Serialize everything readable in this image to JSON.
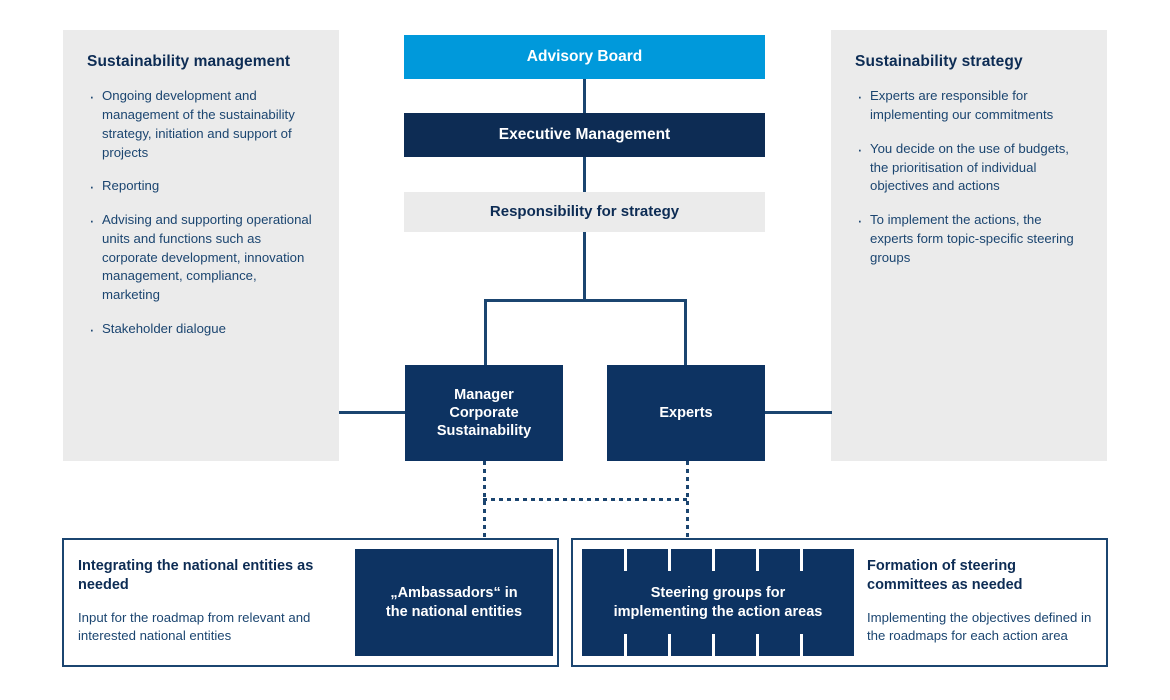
{
  "left_panel": {
    "title": "Sustainability management",
    "bullets": [
      "Ongoing development and management of the sustainability strategy, initiation and support of projects",
      "Reporting",
      "Advising and supporting operational units and functions such as corporate development, innovation management, compliance, marketing",
      "Stakeholder dialogue"
    ]
  },
  "right_panel": {
    "title": "Sustainability strategy",
    "bullets": [
      "Experts are responsible for implementing our commitments",
      "You decide on the use of budgets, the prioritisation of individual objectives and actions",
      "To implement the actions, the experts form topic-specific steering groups"
    ]
  },
  "hierarchy": {
    "advisory_board": "Advisory Board",
    "executive_management": "Executive Management",
    "responsibility_for_strategy": "Responsibility for strategy",
    "manager_corporate_sustainability": "Manager\nCorporate\nSustainability",
    "manager_line_1": "Manager",
    "manager_line_2": "Corporate",
    "manager_line_3": "Sustainability",
    "experts": "Experts"
  },
  "bottom_left": {
    "title": "Integrating the national entities as needed",
    "body": "Input for the roadmap from relevant and interested national entities",
    "box_line_1": "„Ambassadors“ in",
    "box_line_2": "the national entities"
  },
  "bottom_right": {
    "title": "Formation of steering committees as needed",
    "body": "Implementing the objectives defined in the roadmaps for each action area",
    "box_line_1": "Steering groups for",
    "box_line_2": "implementing the action areas",
    "tick_count": 5
  },
  "colors": {
    "accent_light_blue": "#0099db",
    "dark_navy": "#0d2c54",
    "box_navy": "#0d3362",
    "line_navy": "#1b4570",
    "panel_grey": "#ebebeb",
    "text_blue": "#1b4570"
  }
}
